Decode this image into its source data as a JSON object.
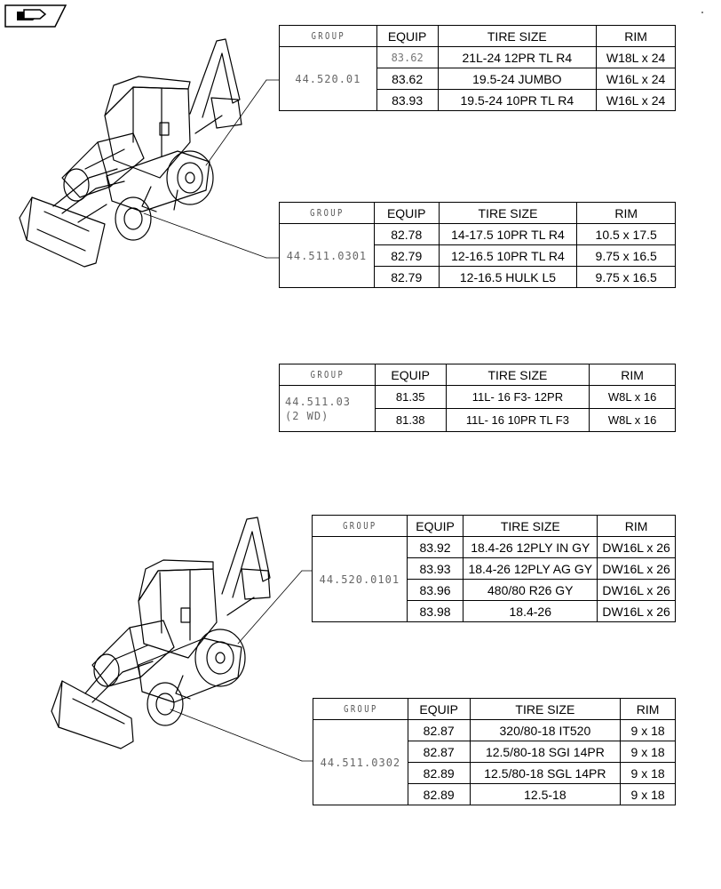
{
  "tables": [
    {
      "headers": [
        "GROUP",
        "EQUIP",
        "TIRE SIZE",
        "RIM"
      ],
      "group": "44.520.01",
      "rows": [
        {
          "equip": "83.62",
          "tire": "21L-24 12PR TL R4",
          "rim": "W18L x 24"
        },
        {
          "equip": "83.62",
          "tire": "19.5-24 JUMBO",
          "rim": "W16L x 24"
        },
        {
          "equip": "83.93",
          "tire": "19.5-24 10PR TL R4",
          "rim": "W16L x 24"
        }
      ]
    },
    {
      "headers": [
        "GROUP",
        "EQUIP",
        "TIRE SIZE",
        "RIM"
      ],
      "group": "44.511.0301",
      "rows": [
        {
          "equip": "82.78",
          "tire": "14-17.5 10PR TL R4",
          "rim": "10.5 x 17.5"
        },
        {
          "equip": "82.79",
          "tire": "12-16.5 10PR TL R4",
          "rim": "9.75 x 16.5"
        },
        {
          "equip": "82.79",
          "tire": "12-16.5 HULK L5",
          "rim": "9.75 x 16.5"
        }
      ]
    },
    {
      "headers": [
        "GROUP",
        "EQUIP",
        "TIRE SIZE",
        "RIM"
      ],
      "group": "44.511.03",
      "group_note": "(2 WD)",
      "rows": [
        {
          "equip": "81.35",
          "tire": "11L- 16 F3- 12PR",
          "rim": "W8L x 16"
        },
        {
          "equip": "81.38",
          "tire": "11L- 16 10PR TL F3",
          "rim": "W8L x 16"
        }
      ]
    },
    {
      "headers": [
        "GROUP",
        "EQUIP",
        "TIRE SIZE",
        "RIM"
      ],
      "group": "44.520.0101",
      "rows": [
        {
          "equip": "83.92",
          "tire": "18.4-26 12PLY IN GY",
          "rim": "DW16L x 26"
        },
        {
          "equip": "83.93",
          "tire": "18.4-26 12PLY AG GY",
          "rim": "DW16L x 26"
        },
        {
          "equip": "83.96",
          "tire": "480/80 R26 GY",
          "rim": "DW16L x 26"
        },
        {
          "equip": "83.98",
          "tire": "18.4-26",
          "rim": "DW16L x 26"
        }
      ]
    },
    {
      "headers": [
        "GROUP",
        "EQUIP",
        "TIRE SIZE",
        "RIM"
      ],
      "group": "44.511.0302",
      "rows": [
        {
          "equip": "82.87",
          "tire": "320/80-18 IT520",
          "rim": "9 x 18"
        },
        {
          "equip": "82.87",
          "tire": "12.5/80-18 SGI 14PR",
          "rim": "9 x 18"
        },
        {
          "equip": "82.89",
          "tire": "12.5/80-18 SGL 14PR",
          "rim": "9 x 18"
        },
        {
          "equip": "82.89",
          "tire": "12.5-18",
          "rim": "9 x 18"
        }
      ]
    }
  ]
}
